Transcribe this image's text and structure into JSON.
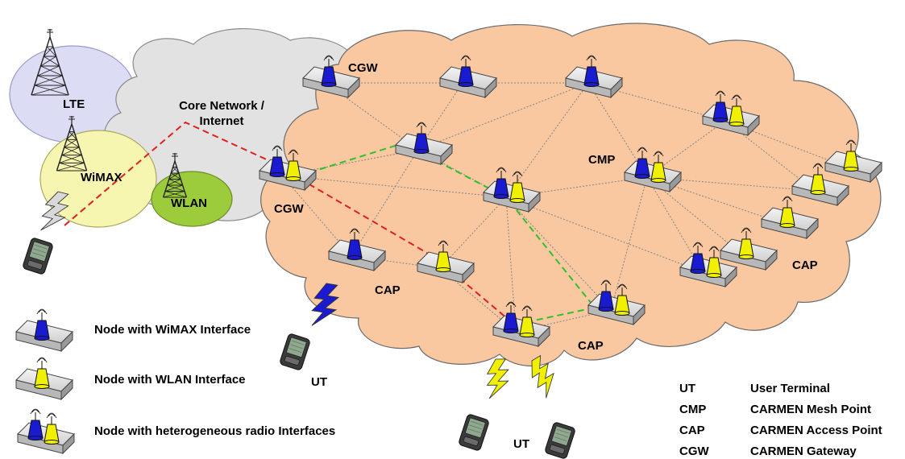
{
  "regions": {
    "lte": "LTE",
    "wimax": "WiMAX",
    "wlan": "WLAN",
    "core_network": "Core Network /\nInternet"
  },
  "node_labels": {
    "cgw_top": "CGW",
    "cgw_left": "CGW",
    "cmp": "CMP",
    "cap_left": "CAP",
    "cap_bottom": "CAP",
    "cap_right": "CAP",
    "ut_middle": "UT",
    "ut_bottom": "UT"
  },
  "legend": {
    "wimax_node": "Node with WiMAX Interface",
    "wlan_node": "Node with WLAN Interface",
    "hetero_node": "Node with heterogeneous radio Interfaces"
  },
  "abbreviations": [
    {
      "abbr": "UT",
      "meaning": "User Terminal"
    },
    {
      "abbr": "CMP",
      "meaning": "CARMEN Mesh Point"
    },
    {
      "abbr": "CAP",
      "meaning": "CARMEN Access Point"
    },
    {
      "abbr": "CGW",
      "meaning": "CARMEN Gateway"
    }
  ],
  "colors": {
    "mesh_cloud": "#f9c8a0",
    "core_cloud": "#e2e2e2",
    "lte_area": "#dcdcf4",
    "wimax_area": "#f6f6b0",
    "wlan_area": "#9ccc3c",
    "wimax_antenna": "#1a1ad0",
    "wlan_antenna": "#f0f000",
    "path_red": "#e02020",
    "path_green": "#2ec02e",
    "link_gray": "#8a8a8a"
  }
}
